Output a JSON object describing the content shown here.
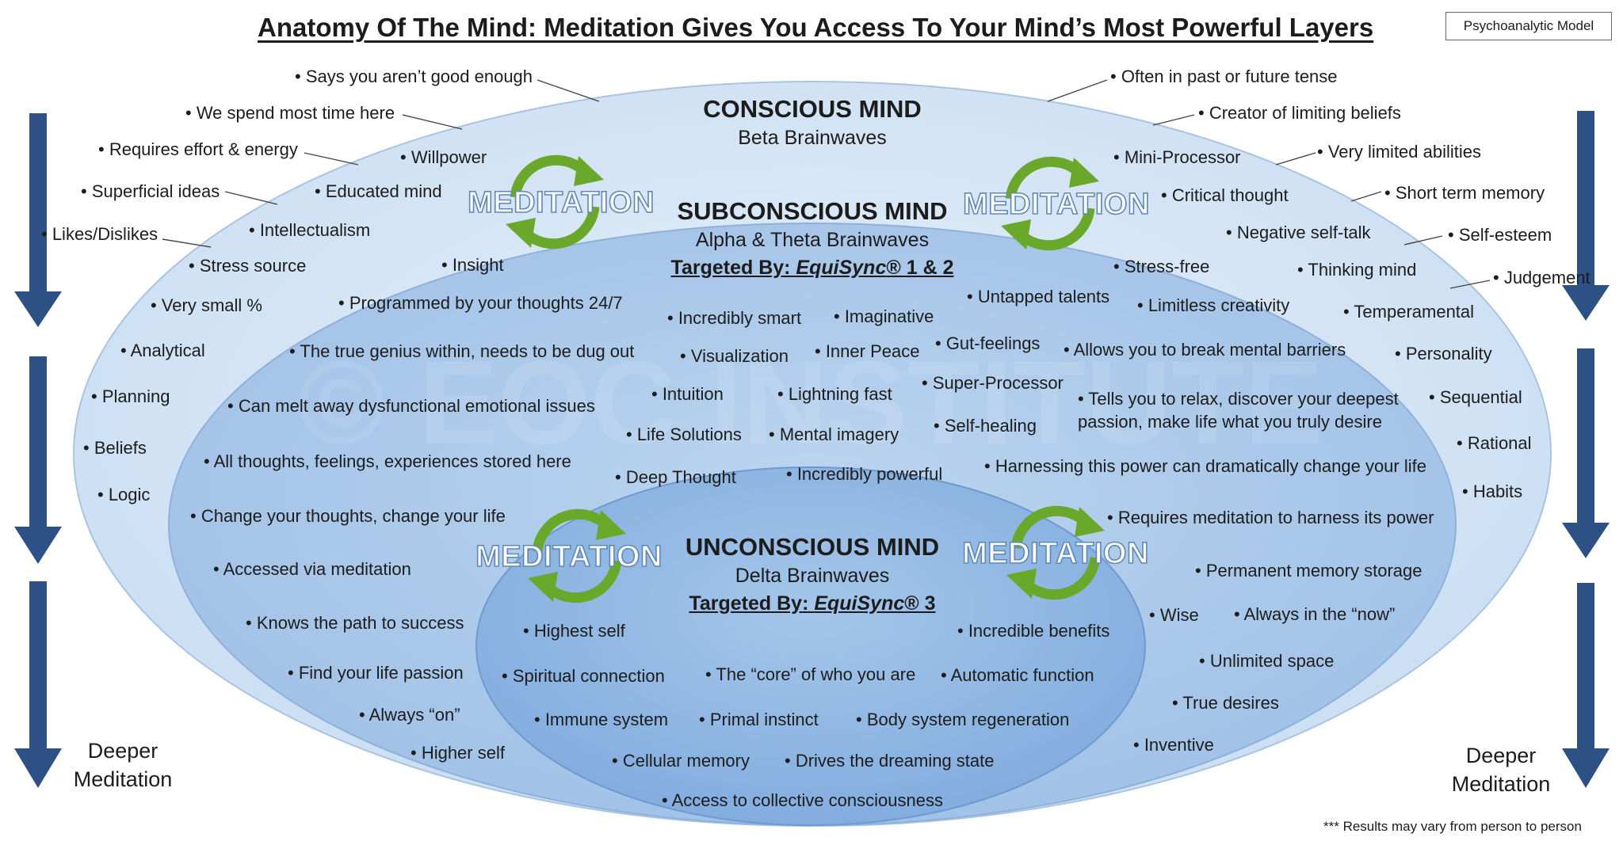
{
  "title": "Anatomy Of The Mind: Meditation Gives You Access To Your Mind’s Most Powerful Layers",
  "badge": "Psychoanalytic Model",
  "layers": {
    "conscious": {
      "heading": "CONSCIOUS MIND",
      "sub": "Beta Brainwaves"
    },
    "subconscious": {
      "heading": "SUBCONSCIOUS MIND",
      "sub": "Alpha & Theta Brainwaves",
      "targeted_prefix": "Targeted By: ",
      "targeted_brand": "EquiSync",
      "targeted_suffix": "® 1 & 2"
    },
    "unconscious": {
      "heading": "UNCONSCIOUS MIND",
      "sub": "Delta Brainwaves",
      "targeted_prefix": "Targeted By: ",
      "targeted_brand": "EquiSync",
      "targeted_suffix": "® 3"
    }
  },
  "meditation_label": "MEDITATION",
  "items": [
    "• Says you aren’t good enough",
    "• We spend most time here",
    "• Requires effort & energy",
    "• Superficial ideas",
    "• Likes/Dislikes",
    "• Willpower",
    "• Educated mind",
    "• Intellectualism",
    "• Stress source",
    "• Very small %",
    "• Analytical",
    "• Planning",
    "• Beliefs",
    "• Logic",
    "• Often in past or future tense",
    "• Creator of limiting beliefs",
    "• Mini-Processor",
    "• Very limited abilities",
    "• Critical thought",
    "• Short term memory",
    "• Negative self-talk",
    "• Self-esteem",
    "• Thinking mind",
    "• Judgement",
    "• Temperamental",
    "• Personality",
    "• Sequential",
    "• Rational",
    "• Habits",
    "• Insight",
    "• Programmed by your thoughts 24/7",
    "• Incredibly smart",
    "• Imaginative",
    "• Untapped talents",
    "• Stress-free",
    "• Limitless creativity",
    "• The true genius within, needs to be dug out",
    "• Visualization",
    "• Inner Peace",
    "• Gut-feelings",
    "• Allows you to break mental barriers",
    "• Can melt away dysfunctional emotional issues",
    "• Intuition",
    "• Lightning fast",
    "• Super-Processor",
    "• Tells you to relax, discover your deepest passion, make life what you truly desire",
    "• Life Solutions",
    "• Mental imagery",
    "• Self-healing",
    "• All thoughts, feelings, experiences stored here",
    "• Deep Thought",
    "• Incredibly powerful",
    "• Harnessing this power can dramatically change your life",
    "• Change your thoughts, change your life",
    "• Requires meditation to harness its power",
    "• Accessed via meditation",
    "• Permanent memory storage",
    "• Knows the path to success",
    "• Wise",
    "• Always in the “now”",
    "• Find your life passion",
    "• Unlimited space",
    "• Always “on”",
    "• True desires",
    "• Higher self",
    "• Inventive",
    "• Highest self",
    "• Incredible benefits",
    "• Spiritual connection",
    "• The “core” of who you are",
    "• Automatic function",
    "• Immune system",
    "• Primal instinct",
    "• Body system regeneration",
    "• Cellular memory",
    "• Drives the dreaming state",
    "• Access to collective consciousness"
  ],
  "deeper_left": [
    "Deeper",
    "Meditation"
  ],
  "deeper_right": [
    "Deeper",
    "Meditation"
  ],
  "footnote": "*** Results may vary from person to person",
  "watermark": "© EOC INSTITUTE",
  "colors": {
    "outer_fill": "#d6e6f6",
    "middle_fill": "#abc9ea",
    "inner_fill": "#8db6e3",
    "arrow": "#2d5184",
    "cycle_green": "#7fbe3b"
  }
}
